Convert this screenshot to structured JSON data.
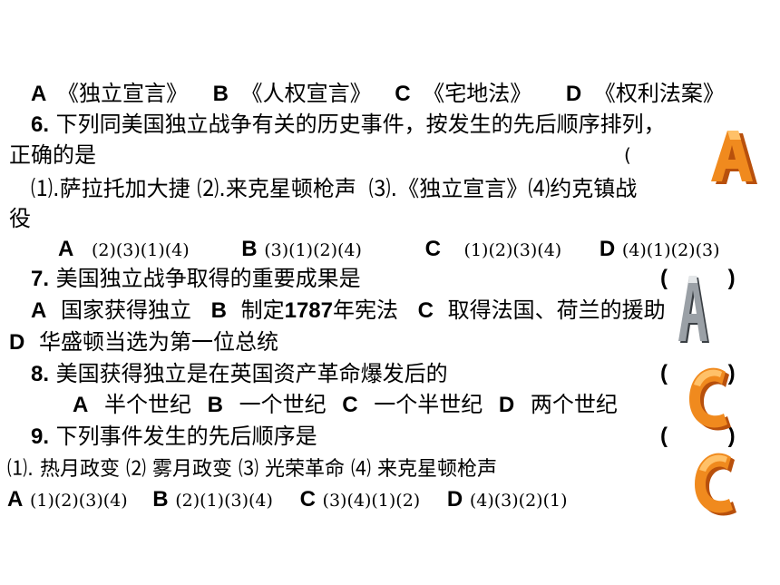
{
  "q5": {
    "a_letter": "A",
    "a_text": "《独立宣言》",
    "b_letter": "B",
    "b_text": "《人权宣言》",
    "c_letter": "C",
    "c_text": "《宅地法》",
    "d_letter": "D",
    "d_text": "《权利法案》"
  },
  "q6": {
    "number": "6.",
    "stem_line1": "下列同美国独立战争有关的历史事件，按发生的先后顺序排列，",
    "stem_line2": "正确的是",
    "paren": "(",
    "events_line1_a": "⑴.萨拉托加大捷",
    "events_line1_b": "⑵.来克星顿枪声",
    "events_line1_c": "⑶.《独立宣言》⑷约克镇战",
    "events_line2": "役",
    "a_letter": "A",
    "a_text": "(2)(3)(1)(4)",
    "b_letter": "B",
    "b_text": "(3)(1)(2)(4)",
    "c_letter": "C",
    "c_text": "(1)(2)(3)(4)",
    "d_letter": "D",
    "d_text": "(4)(1)(2)(3)",
    "answer_mark": "A"
  },
  "q7": {
    "number": "7.",
    "stem": "美国独立战争取得的重要成果是",
    "paren": "(          )",
    "a_letter": "A",
    "a_text": "国家获得独立",
    "b_letter": "B",
    "b_text": "制定",
    "b_year": "1787",
    "b_text2": "年宪法",
    "c_letter": "C",
    "c_text": "取得法国、荷兰的援助",
    "d_letter": "D",
    "d_text": "华盛顿当选为第一位总统",
    "answer_mark": "A"
  },
  "q8": {
    "number": "8.",
    "stem": "美国获得独立是在英国资产革命爆发后的",
    "paren": "(          )",
    "a_letter": "A",
    "a_text": "半个世纪",
    "b_letter": "B",
    "b_text": "一个世纪",
    "c_letter": "C",
    "c_text": "一个半世纪",
    "d_letter": "D",
    "d_text": "两个世纪",
    "answer_mark": "C"
  },
  "q9": {
    "number": "9.",
    "stem": "下列事件发生的先后顺序是",
    "paren": "(          )",
    "events": "⑴. 热月政变 ⑵ 雾月政变 ⑶ 光荣革命 ⑷ 来克星顿枪声",
    "a_letter": "A",
    "a_text": "(1)(2)(3)(4)",
    "b_letter": "B",
    "b_text": "(2)(1)(3)(4)",
    "c_letter": "C",
    "c_text": "(3)(4)(1)(2)",
    "d_letter": "D",
    "d_text": "(4)(3)(2)(1)",
    "answer_mark": "C"
  },
  "colors": {
    "mark_orange": "#f08a1e",
    "mark_dark": "#b8500c",
    "mark_gray": "#9aa0a6"
  }
}
